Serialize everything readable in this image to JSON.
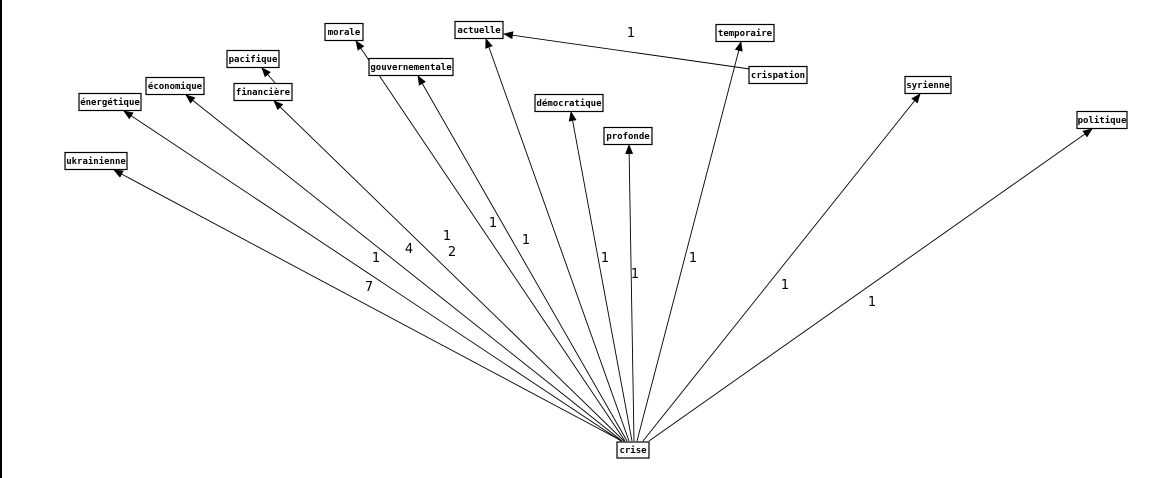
{
  "graph": {
    "nodes": [
      {
        "id": "crise",
        "label": "crise"
      },
      {
        "id": "ukrainienne",
        "label": "ukrainienne"
      },
      {
        "id": "energetique",
        "label": "énergétique"
      },
      {
        "id": "economique",
        "label": "économique"
      },
      {
        "id": "pacifique",
        "label": "pacifique"
      },
      {
        "id": "financiere",
        "label": "financière"
      },
      {
        "id": "morale",
        "label": "morale"
      },
      {
        "id": "gouvernementale",
        "label": "gouvernementale"
      },
      {
        "id": "actuelle",
        "label": "actuelle"
      },
      {
        "id": "democratique",
        "label": "démocratique"
      },
      {
        "id": "profonde",
        "label": "profonde"
      },
      {
        "id": "temporaire",
        "label": "temporaire"
      },
      {
        "id": "crispation",
        "label": "crispation"
      },
      {
        "id": "syrienne",
        "label": "syrienne"
      },
      {
        "id": "politique",
        "label": "politique"
      }
    ],
    "edges": [
      {
        "from": "crise",
        "to": "ukrainienne",
        "weight": "7"
      },
      {
        "from": "crise",
        "to": "energetique",
        "weight": "1"
      },
      {
        "from": "crise",
        "to": "economique",
        "weight": "4"
      },
      {
        "from": "crise",
        "to": "financiere",
        "weight": "2"
      },
      {
        "from": "financiere",
        "to": "pacifique",
        "weight": ""
      },
      {
        "from": "crise",
        "to": "morale",
        "weight": "1"
      },
      {
        "from": "crise",
        "to": "gouvernementale",
        "weight": "1"
      },
      {
        "from": "crise",
        "to": "actuelle",
        "weight": "1"
      },
      {
        "from": "crise",
        "to": "democratique",
        "weight": "1"
      },
      {
        "from": "crise",
        "to": "profonde",
        "weight": "1"
      },
      {
        "from": "crise",
        "to": "temporaire",
        "weight": "1"
      },
      {
        "from": "crispation",
        "to": "actuelle",
        "weight": "1"
      },
      {
        "from": "crise",
        "to": "syrienne",
        "weight": "1"
      },
      {
        "from": "crise",
        "to": "politique",
        "weight": "1"
      }
    ]
  }
}
